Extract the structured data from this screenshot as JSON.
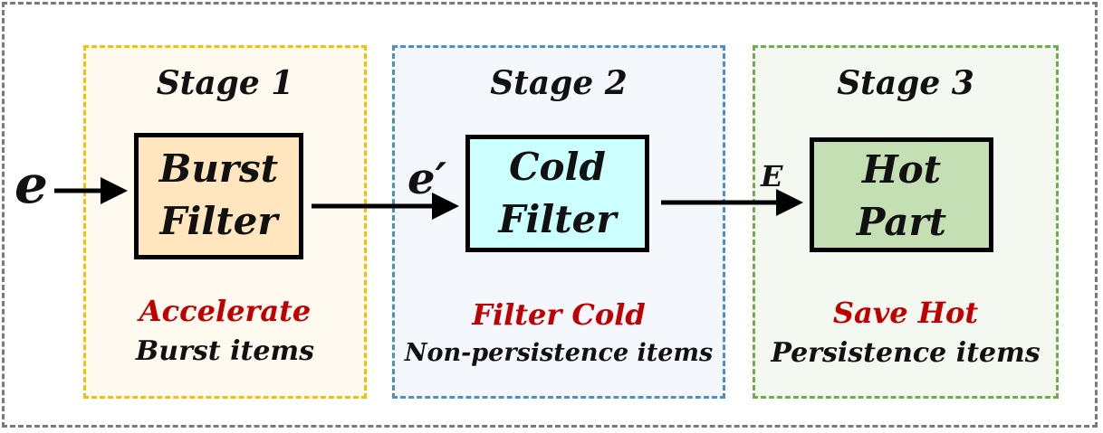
{
  "stages": [
    {
      "title": "Stage 1",
      "block_lines": [
        "Burst",
        "Filter"
      ],
      "highlight": "Accelerate",
      "description": "Burst items"
    },
    {
      "title": "Stage 2",
      "block_lines": [
        "Cold",
        "Filter"
      ],
      "highlight": "Filter Cold",
      "description": "Non-persistence items"
    },
    {
      "title": "Stage 3",
      "block_lines": [
        "Hot",
        "Part"
      ],
      "highlight": "Save Hot",
      "description": "Persistence items"
    }
  ],
  "flow_labels": {
    "input": "e",
    "stage1_to_stage2": "e′",
    "stage2_to_stage3": "E"
  },
  "colors": {
    "stage1_border": "#f2c200",
    "stage2_border": "#4a90c8",
    "stage3_border": "#71ad47",
    "burst_filter_fill": "#ffe6bf",
    "cold_filter_fill": "#ccffff",
    "hot_part_fill": "#c5dfb4",
    "highlight_text": "#c00000"
  }
}
